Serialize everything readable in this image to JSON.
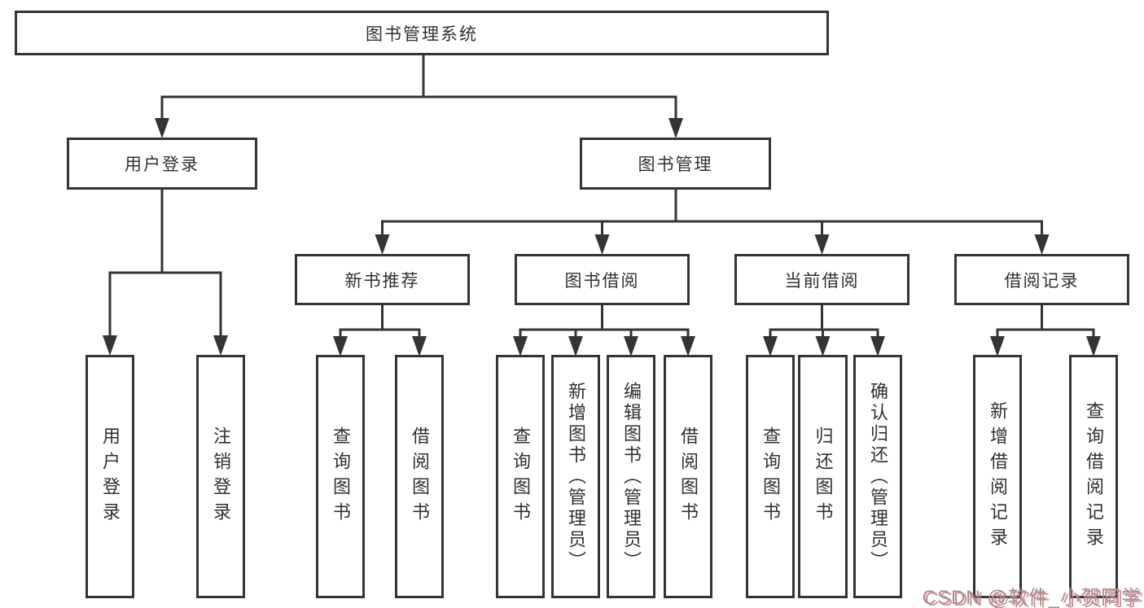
{
  "diagram": {
    "type": "tree",
    "title": "图书管理系统",
    "colors": {
      "line": "#343434",
      "box_border": "#343434",
      "box_background": "#ffffff",
      "text": "#303030",
      "watermark_gray": "#979797",
      "watermark_red": "#e27078"
    },
    "nodes": [
      {
        "id": "root",
        "label": "图书管理系统",
        "parent": null,
        "level": 1
      },
      {
        "id": "user-login",
        "label": "用户登录",
        "parent": "root",
        "level": 2
      },
      {
        "id": "book-mgmt",
        "label": "图书管理",
        "parent": "root",
        "level": 2
      },
      {
        "id": "user-login-action",
        "label": "用户登录",
        "parent": "user-login",
        "level": 3
      },
      {
        "id": "logout-action",
        "label": "注销登录",
        "parent": "user-login",
        "level": 3
      },
      {
        "id": "new-book-rec",
        "label": "新书推荐",
        "parent": "book-mgmt",
        "level": 3
      },
      {
        "id": "book-borrow",
        "label": "图书借阅",
        "parent": "book-mgmt",
        "level": 3
      },
      {
        "id": "current-borrow",
        "label": "当前借阅",
        "parent": "book-mgmt",
        "level": 3
      },
      {
        "id": "borrow-records",
        "label": "借阅记录",
        "parent": "book-mgmt",
        "level": 3
      },
      {
        "id": "nbr-query-book",
        "label": "查询图书",
        "parent": "new-book-rec",
        "level": 4
      },
      {
        "id": "nbr-borrow-book",
        "label": "借阅图书",
        "parent": "new-book-rec",
        "level": 4
      },
      {
        "id": "bb-query-book",
        "label": "查询图书",
        "parent": "book-borrow",
        "level": 4
      },
      {
        "id": "bb-add-book",
        "label": "新增图书（管理员）",
        "parent": "book-borrow",
        "level": 4
      },
      {
        "id": "bb-edit-book",
        "label": "编辑图书（管理员）",
        "parent": "book-borrow",
        "level": 4
      },
      {
        "id": "bb-borrow-book",
        "label": "借阅图书",
        "parent": "book-borrow",
        "level": 4
      },
      {
        "id": "cb-query-book",
        "label": "查询图书",
        "parent": "current-borrow",
        "level": 4
      },
      {
        "id": "cb-return-book",
        "label": "归还图书",
        "parent": "current-borrow",
        "level": 4
      },
      {
        "id": "cb-confirm-return",
        "label": "确认归还（管理员）",
        "parent": "current-borrow",
        "level": 4
      },
      {
        "id": "br-add-record",
        "label": "新增借阅记录",
        "parent": "borrow-records",
        "level": 4
      },
      {
        "id": "br-query-record",
        "label": "查询借阅记录",
        "parent": "borrow-records",
        "level": 4
      }
    ]
  },
  "watermark": {
    "text": "CSDN @软件_小贺同学"
  }
}
